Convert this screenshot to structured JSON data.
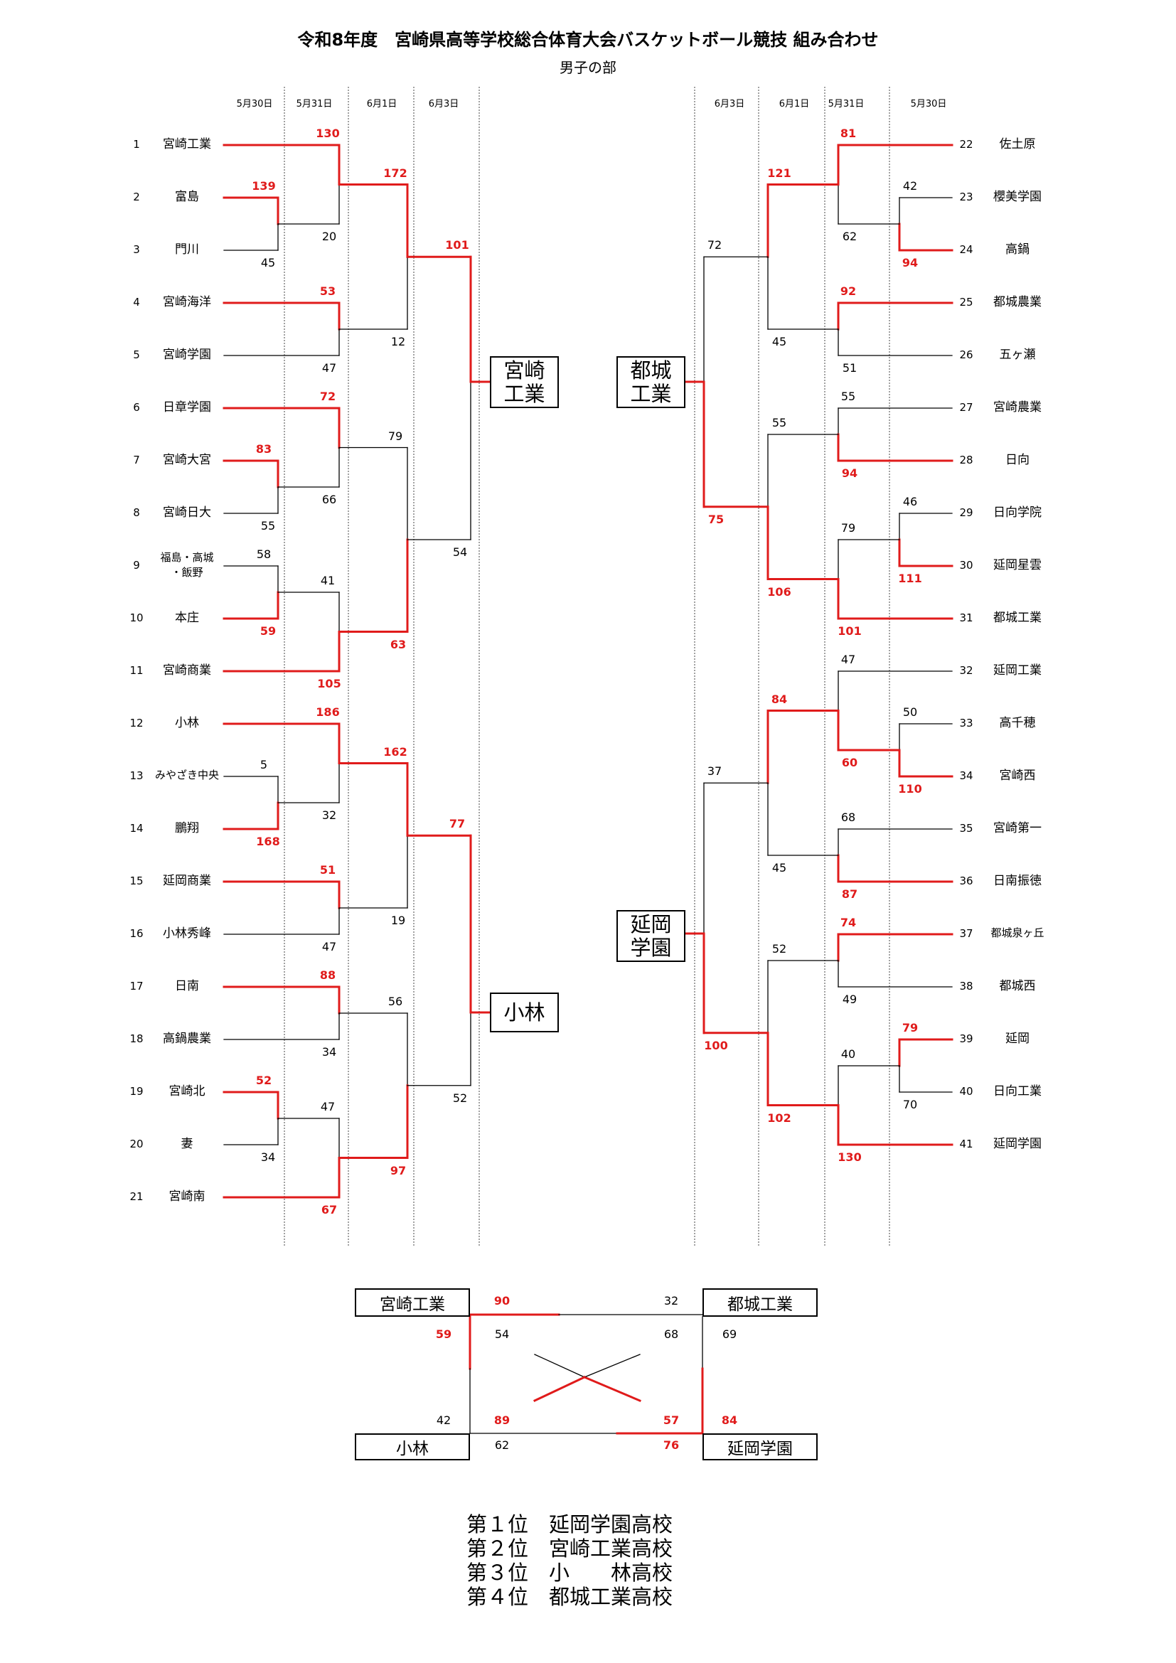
{
  "title": "令和8年度　宮崎県高等学校総合体育大会バスケットボール競技 組み合わせ",
  "subtitle": "男子の部",
  "dates_left": [
    "5月30日",
    "5月31日",
    "6月1日",
    "6月3日"
  ],
  "dates_right": [
    "6月3日",
    "6月1日",
    "5月31日",
    "5月30日"
  ],
  "left_teams": [
    {
      "num": "1",
      "name": "宮崎工業"
    },
    {
      "num": "2",
      "name": "富島"
    },
    {
      "num": "3",
      "name": "門川"
    },
    {
      "num": "4",
      "name": "宮崎海洋"
    },
    {
      "num": "5",
      "name": "宮崎学園"
    },
    {
      "num": "6",
      "name": "日章学園"
    },
    {
      "num": "7",
      "name": "宮崎大宮"
    },
    {
      "num": "8",
      "name": "宮崎日大"
    },
    {
      "num": "9",
      "name": "福島・高城",
      "name2": "・飯野"
    },
    {
      "num": "10",
      "name": "本庄"
    },
    {
      "num": "11",
      "name": "宮崎商業"
    },
    {
      "num": "12",
      "name": "小林"
    },
    {
      "num": "13",
      "name": "みやざき中央"
    },
    {
      "num": "14",
      "name": "鵬翔"
    },
    {
      "num": "15",
      "name": "延岡商業"
    },
    {
      "num": "16",
      "name": "小林秀峰"
    },
    {
      "num": "17",
      "name": "日南"
    },
    {
      "num": "18",
      "name": "高鍋農業"
    },
    {
      "num": "19",
      "name": "宮崎北"
    },
    {
      "num": "20",
      "name": "妻"
    },
    {
      "num": "21",
      "name": "宮崎南"
    }
  ],
  "right_teams": [
    {
      "num": "22",
      "name": "佐土原"
    },
    {
      "num": "23",
      "name": "櫻美学園"
    },
    {
      "num": "24",
      "name": "高鍋"
    },
    {
      "num": "25",
      "name": "都城農業"
    },
    {
      "num": "26",
      "name": "五ヶ瀬"
    },
    {
      "num": "27",
      "name": "宮崎農業"
    },
    {
      "num": "28",
      "name": "日向"
    },
    {
      "num": "29",
      "name": "日向学院"
    },
    {
      "num": "30",
      "name": "延岡星雲"
    },
    {
      "num": "31",
      "name": "都城工業"
    },
    {
      "num": "32",
      "name": "延岡工業"
    },
    {
      "num": "33",
      "name": "高千穂"
    },
    {
      "num": "34",
      "name": "宮崎西"
    },
    {
      "num": "35",
      "name": "宮崎第一"
    },
    {
      "num": "36",
      "name": "日南振徳"
    },
    {
      "num": "37",
      "name": "都城泉ヶ丘"
    },
    {
      "num": "38",
      "name": "都城西"
    },
    {
      "num": "39",
      "name": "延岡"
    },
    {
      "num": "40",
      "name": "日向工業"
    },
    {
      "num": "41",
      "name": "延岡学園"
    }
  ],
  "left_scores": {
    "r0": [
      [
        "139",
        "45"
      ],
      [
        "83",
        "55"
      ],
      [
        "58",
        "59"
      ],
      [
        "5",
        "168"
      ],
      [
        "52",
        "34"
      ]
    ],
    "r1": [
      [
        "130",
        "20"
      ],
      [
        "53",
        "47"
      ],
      [
        "72",
        "66"
      ],
      [
        "41",
        "105"
      ],
      [
        "186",
        "32"
      ],
      [
        "51",
        "47"
      ],
      [
        "88",
        "34"
      ],
      [
        "47",
        "67"
      ]
    ],
    "r2": [
      [
        "172",
        "12"
      ],
      [
        "79",
        "63"
      ],
      [
        "162",
        "19"
      ],
      [
        "56",
        "97"
      ]
    ],
    "r3": [
      [
        "101",
        "54"
      ],
      [
        "77",
        "52"
      ]
    ]
  },
  "right_scores": {
    "r0": [
      [
        "42",
        "94"
      ],
      [
        "46",
        "111"
      ],
      [
        "50",
        "110"
      ],
      [
        "79",
        "70"
      ]
    ],
    "r1": [
      [
        "81",
        "62"
      ],
      [
        "92",
        "51"
      ],
      [
        "55",
        "94"
      ],
      [
        "79",
        "101"
      ],
      [
        "47",
        "60"
      ],
      [
        "68",
        "87"
      ],
      [
        "74",
        "49"
      ],
      [
        "40",
        "130"
      ]
    ],
    "r2": [
      [
        "121",
        "45"
      ],
      [
        "55",
        "106"
      ],
      [
        "84",
        "45"
      ],
      [
        "52",
        "102"
      ]
    ],
    "r3": [
      [
        "72",
        "75"
      ],
      [
        "37",
        "100"
      ]
    ]
  },
  "champions": {
    "left_top": {
      "line1": "宮崎",
      "line2": "工業"
    },
    "left_bottom": "小林",
    "right_top": {
      "line1": "都城",
      "line2": "工業"
    },
    "right_bottom": {
      "line1": "延岡",
      "line2": "学園"
    }
  },
  "final": {
    "tl": "宮崎工業",
    "tr": "都城工業",
    "bl": "小林",
    "br": "延岡学園",
    "scores": {
      "tl_tr_a": "90",
      "tl_tr_b": "32",
      "tl_bl_a": "59",
      "tl_bl_b": "42",
      "tr_br_a": "69",
      "tr_br_b": "84",
      "bl_br_a": "62",
      "bl_br_b": "76",
      "tl_br_a": "54",
      "tl_br_b": "57",
      "tr_bl_a": "68",
      "tr_bl_b": "89"
    }
  },
  "results": [
    "第１位　延岡学園高校",
    "第２位　宮崎工業高校",
    "第３位　小　　林高校",
    "第４位　都城工業高校"
  ],
  "colors": {
    "win": "#e01b1b",
    "line": "#000000"
  }
}
